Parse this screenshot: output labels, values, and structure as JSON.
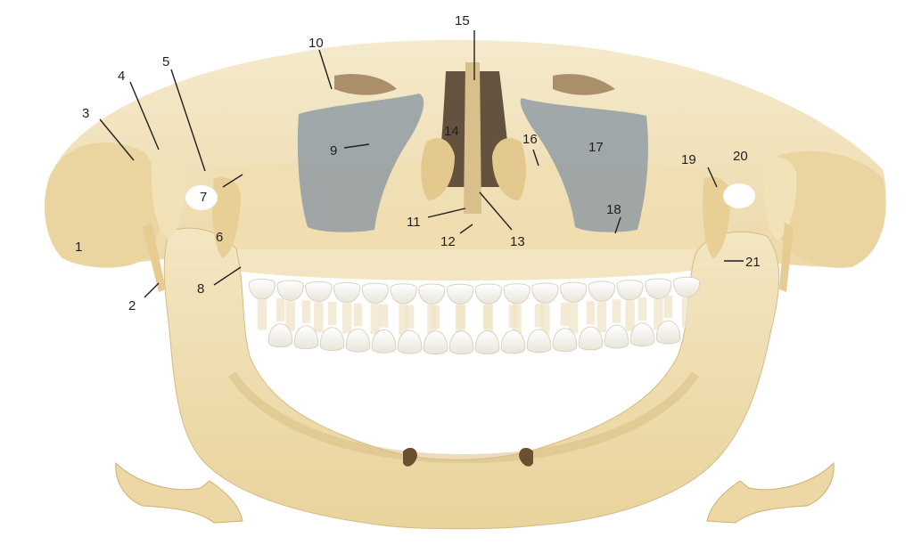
{
  "colors": {
    "background": "#ffffff",
    "bone": "#eedcae",
    "bone_shadow": "#d9bf85",
    "bone_dark": "#c8a86a",
    "sinus_gray": "#8e9aa3",
    "tooth": "#f4f2ea",
    "airway_dark": "#4a3828",
    "label_text": "#231f20"
  },
  "labels": [
    {
      "id": "1",
      "text": "1"
    },
    {
      "id": "2",
      "text": "2"
    },
    {
      "id": "3",
      "text": "3"
    },
    {
      "id": "4",
      "text": "4"
    },
    {
      "id": "5",
      "text": "5"
    },
    {
      "id": "6",
      "text": "6"
    },
    {
      "id": "7",
      "text": "7"
    },
    {
      "id": "8",
      "text": "8"
    },
    {
      "id": "9",
      "text": "9"
    },
    {
      "id": "10",
      "text": "10"
    },
    {
      "id": "11",
      "text": "11"
    },
    {
      "id": "12",
      "text": "12"
    },
    {
      "id": "13",
      "text": "13"
    },
    {
      "id": "14",
      "text": "14"
    },
    {
      "id": "15",
      "text": "15"
    },
    {
      "id": "16",
      "text": "16"
    },
    {
      "id": "17",
      "text": "17"
    },
    {
      "id": "18",
      "text": "18"
    },
    {
      "id": "19",
      "text": "19"
    },
    {
      "id": "20",
      "text": "20"
    },
    {
      "id": "21",
      "text": "21"
    }
  ]
}
